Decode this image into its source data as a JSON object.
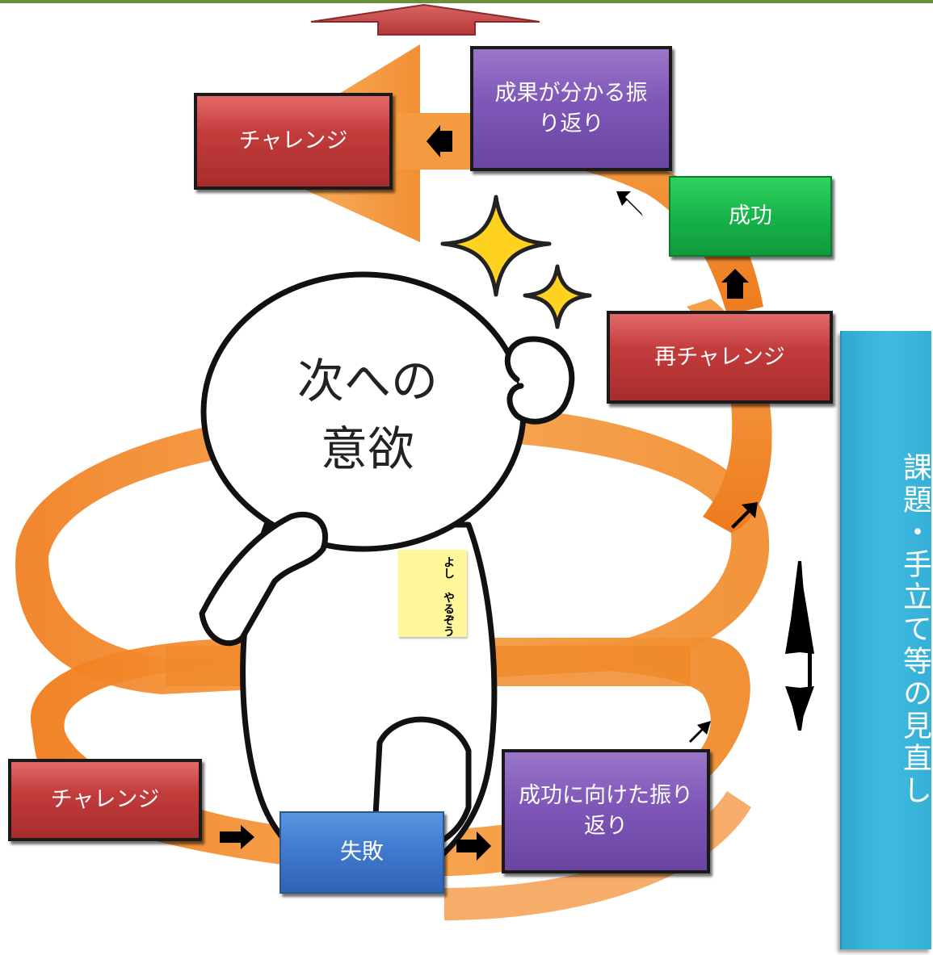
{
  "colors": {
    "spiral": "#f28a2a",
    "challenge_box": "#c33c3c",
    "reflection_box": "#7e57b8",
    "success_box": "#17b44a",
    "failure_box": "#3f78cd",
    "side_bar": "#3fbbe0",
    "top_arrow": "#c74b4b",
    "note": "#fff79a"
  },
  "center": {
    "line1": "次への",
    "line2": "意欲"
  },
  "note": {
    "text": "よし やるぞう"
  },
  "boxes": {
    "challenge_bottom": "チャレンジ",
    "failure": "失敗",
    "reflection_success": "成功に向けた振り返り",
    "rechallenge": "再チャレンジ",
    "success": "成功",
    "reflection_result": "成果が分かる振り返り",
    "challenge_top": "チャレンジ"
  },
  "side_bar": {
    "text": "課題・手立て等の見直し"
  },
  "icons": [
    "upward-arrow-icon",
    "sparkle-icon",
    "step-arrow-icon",
    "double-arrow-icon",
    "spiral-arrow-icon"
  ]
}
